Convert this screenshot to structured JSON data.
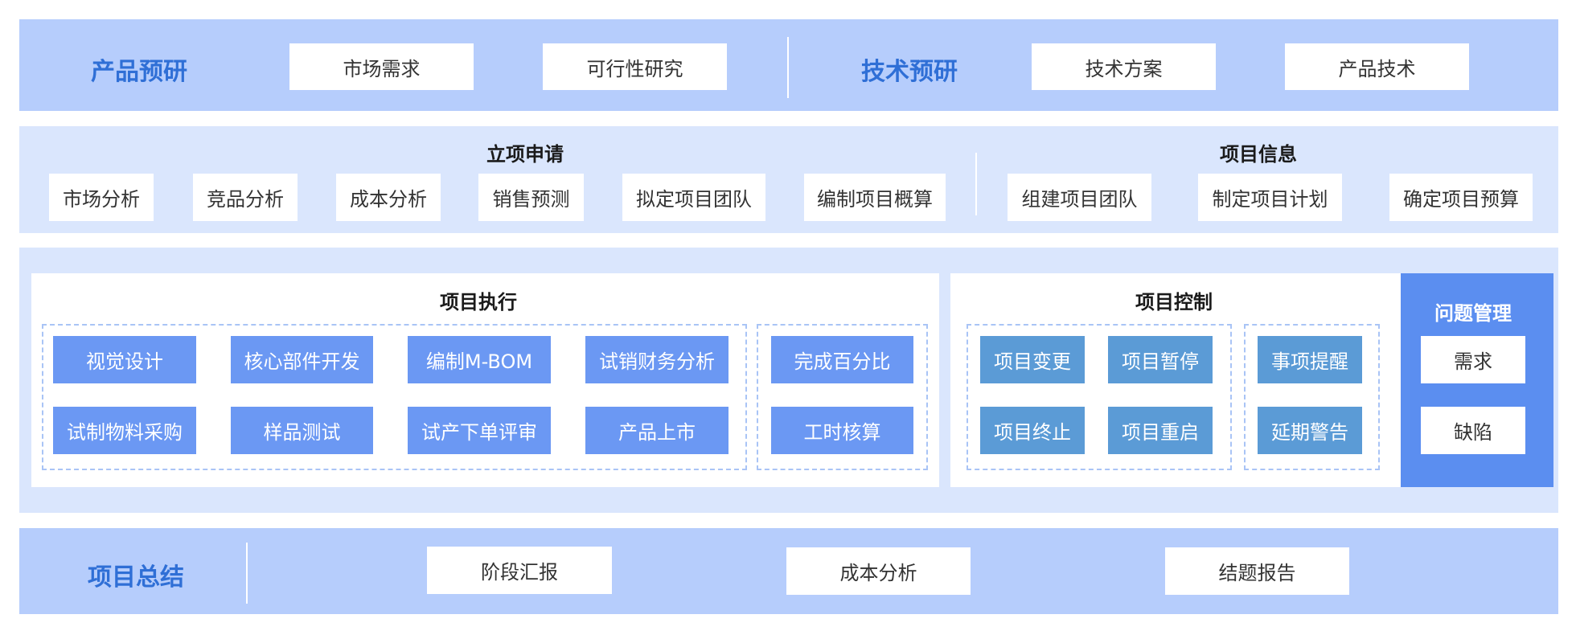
{
  "row1": {
    "left_title": "产品预研",
    "left_items": [
      "市场需求",
      "可行性研究"
    ],
    "right_title": "技术预研",
    "right_items": [
      "技术方案",
      "产品技术"
    ]
  },
  "row2": {
    "left_title": "立项申请",
    "left_items": [
      "市场分析",
      "竞品分析",
      "成本分析",
      "销售预测",
      "拟定项目团队",
      "编制项目概算"
    ],
    "right_title": "项目信息",
    "right_items": [
      "组建项目团队",
      "制定项目计划",
      "确定项目预算"
    ]
  },
  "row3": {
    "execution": {
      "title": "项目执行",
      "group1": [
        "视觉设计",
        "核心部件开发",
        "编制M-BOM",
        "试销财务分析",
        "试制物料采购",
        "样品测试",
        "试产下单评审",
        "产品上市"
      ],
      "group2": [
        "完成百分比",
        "工时核算"
      ]
    },
    "control": {
      "title": "项目控制",
      "group1": [
        "项目变更",
        "项目暂停",
        "项目终止",
        "项目重启"
      ],
      "group2": [
        "事项提醒",
        "延期警告"
      ]
    },
    "issues": {
      "title": "问题管理",
      "items": [
        "需求",
        "缺陷"
      ]
    }
  },
  "row4": {
    "title": "项目总结",
    "items": [
      "阶段汇报",
      "成本分析",
      "结题报告"
    ]
  },
  "colors": {
    "band_dark": "#b6cdfc",
    "band_light": "#dae6fd",
    "title_blue": "#2f6fd6",
    "tile_blue": "#6b98f3",
    "tile_steel": "#5b9bd6",
    "issue_panel": "#5b8ef0"
  }
}
